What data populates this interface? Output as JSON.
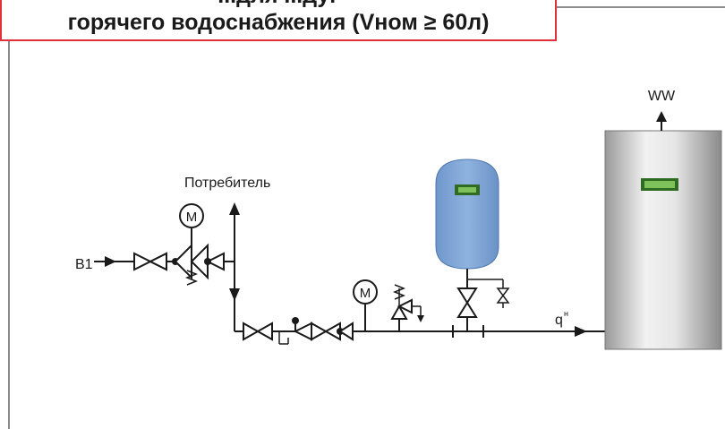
{
  "title": {
    "line1": "...для ...дуг",
    "line2": "горячего водоснабжения (Vном ≥ 60л)"
  },
  "labels": {
    "consumer": "Потребитель",
    "inlet": "B1",
    "outlet": "WW",
    "flow": "q",
    "flow_sup": "н",
    "manometer": "M"
  },
  "colors": {
    "frame": "#e0303a",
    "pipe": "#1a1a1a",
    "vessel": "#7fa6d6",
    "heater_light": "#ececec",
    "heater_dark": "#8e8e8e",
    "badge": "#3c8a2c"
  }
}
